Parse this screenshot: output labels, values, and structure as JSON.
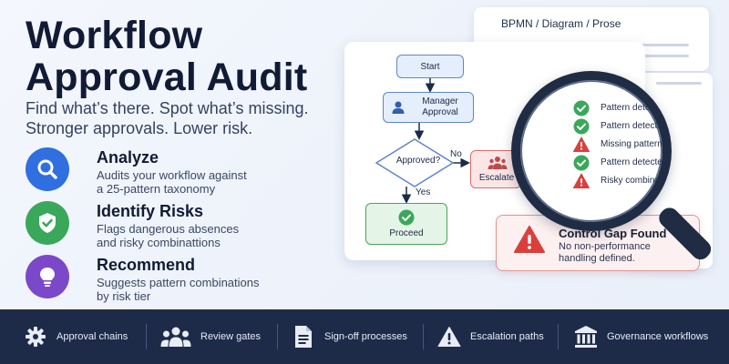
{
  "header": {
    "title_line1": "Workflow",
    "title_line2": "Approval Audit",
    "tagline_line1": "Find what’s there. Spot what’s missing.",
    "tagline_line2": "Stronger approvals. Lower risk."
  },
  "features": [
    {
      "icon": "search-icon",
      "color": "#2f6fe0",
      "title": "Analyze",
      "desc_line1": "Audits your workflow against",
      "desc_line2": "a 25-pattern taxonomy"
    },
    {
      "icon": "shield-check-icon",
      "color": "#3aa85a",
      "title": "Identify Risks",
      "desc_line1": "Flags dangerous absences",
      "desc_line2": "and risky combinattions"
    },
    {
      "icon": "lightbulb-icon",
      "color": "#7b48c9",
      "title": "Recommend",
      "desc_line1": "Suggests pattern combinations",
      "desc_line2": "by risk tier"
    }
  ],
  "document": {
    "breadcrumb": "BPMN / Diagram / Prose"
  },
  "flow": {
    "start": "Start",
    "manager_line1": "Manager",
    "manager_line2": "Approval",
    "decision": "Approved?",
    "no_label": "No",
    "yes_label": "Yes",
    "escalate": "Escalate",
    "proceed": "Proceed"
  },
  "lens_items": [
    {
      "status": "ok",
      "icon": "check-circle-icon",
      "text": "Pattern detected"
    },
    {
      "status": "ok",
      "icon": "check-circle-icon",
      "text": "Pattern detected"
    },
    {
      "status": "warn",
      "icon": "warning-triangle-icon",
      "text": "Missing pattern"
    },
    {
      "status": "ok",
      "icon": "check-circle-icon",
      "text": "Pattern detected"
    },
    {
      "status": "warn",
      "icon": "warning-triangle-icon",
      "text": "Risky combination"
    }
  ],
  "alert": {
    "title": "Control Gap Found",
    "desc_line1": "No non-performance",
    "desc_line2": "handling defined."
  },
  "bottom_bar": [
    {
      "icon": "gear-icon",
      "label": "Approval chains"
    },
    {
      "icon": "people-icon",
      "label": "Review gates"
    },
    {
      "icon": "document-icon",
      "label": "Sign-off processes"
    },
    {
      "icon": "warning-triangle-icon",
      "label": "Escalation paths"
    },
    {
      "icon": "bank-icon",
      "label": "Governance workflows"
    }
  ],
  "colors": {
    "navy": "#1e2b48",
    "blue": "#2f6fe0",
    "green": "#3aa85a",
    "purple": "#7b48c9",
    "red": "#d9403c"
  }
}
